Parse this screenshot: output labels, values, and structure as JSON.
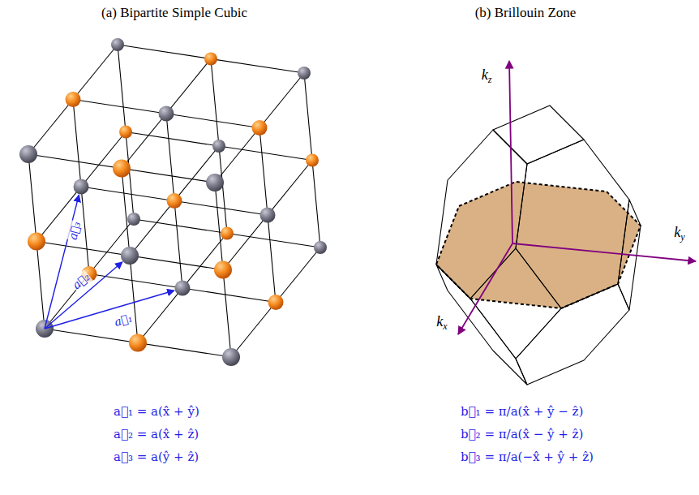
{
  "diagram": {
    "labels": [
      "(a) Bipartite Simple Cubic",
      "(b) Brillouin Zone",
      "a⃗₁",
      "a⃗₂",
      "a⃗₃",
      "kz",
      "ky",
      "kx",
      "a⃗₁ = a(x̂ + ŷ)",
      "a⃗₂ = a(x̂ + ẑ)",
      "a⃗₃ = a(ŷ + ẑ)",
      "b⃗₁ = π/a(x̂ + ŷ − ẑ)",
      "b⃗₂ = π/a(x̂ − ŷ + ẑ)",
      "b⃗₃ = π/a(−x̂ + ŷ + ẑ)"
    ]
  }
}
